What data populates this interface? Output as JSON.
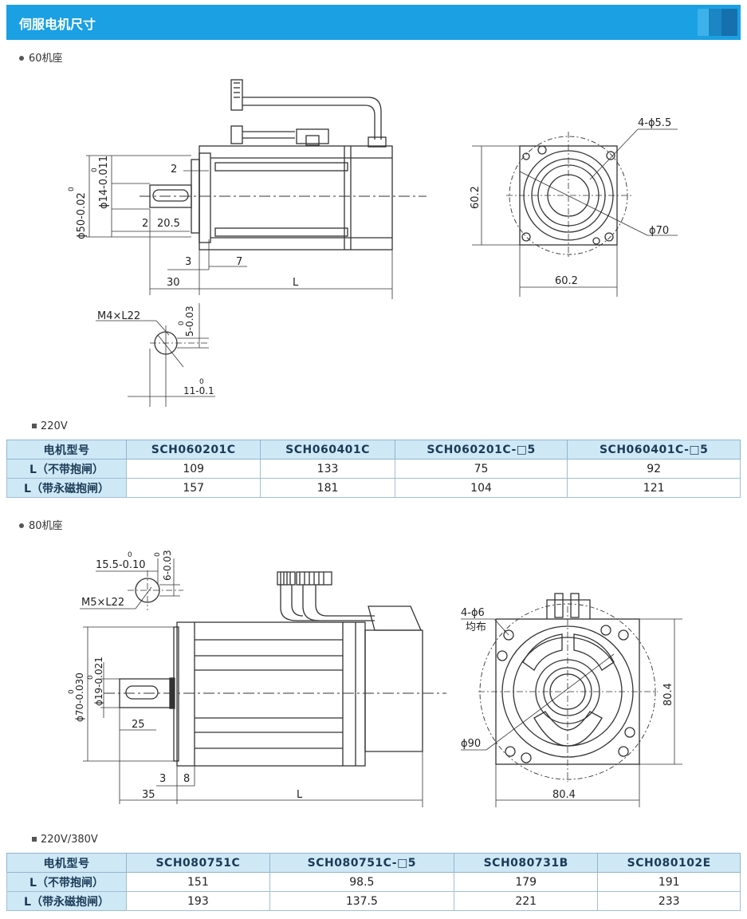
{
  "header": {
    "title": "伺服电机尺寸"
  },
  "section60": {
    "label": "60机座",
    "voltage": "220V",
    "drawing": {
      "d_hole": "4-ϕ5.5",
      "d_60_2_v": "60.2",
      "d_60_2_h": "60.2",
      "d_phi70": "ϕ70",
      "d_phi50": "ϕ50-0.02",
      "d_phi50_top": "0",
      "d_phi14": "ϕ14-0.011",
      "d_phi14_top": "0",
      "d_2a": "2",
      "d_2b": "2",
      "d_20_5": "20.5",
      "d_3": "3",
      "d_7": "7",
      "d_30": "30",
      "d_L": "L",
      "d_m4": "M4×L22",
      "d_5": "5-0.03",
      "d_5_top": "0",
      "d_11": "11-0.1",
      "d_11_top": "0"
    },
    "table": {
      "headers": [
        "电机型号",
        "SCH060201C",
        "SCH060401C",
        "SCH060201C-□5",
        "SCH060401C-□5"
      ],
      "rows": [
        [
          "L（不带抱闸）",
          "109",
          "133",
          "75",
          "92"
        ],
        [
          "L（带永磁抱闸）",
          "157",
          "181",
          "104",
          "121"
        ]
      ]
    }
  },
  "section80": {
    "label": "80机座",
    "voltage": "220V/380V",
    "drawing": {
      "d_15_5": "15.5-0.10",
      "d_15_5_top": "0",
      "d_6": "6-0.03",
      "d_6_top": "0",
      "d_m5": "M5×L22",
      "d_phi70": "ϕ70-0.030",
      "d_phi70_top": "0",
      "d_phi19": "ϕ19-0.021",
      "d_phi19_top": "0",
      "d_25": "25",
      "d_3": "3",
      "d_8": "8",
      "d_35": "35",
      "d_L": "L",
      "d_hole": "4-ϕ6",
      "d_hole2": "均布",
      "d_phi90": "ϕ90",
      "d_80_4_v": "80.4",
      "d_80_4_h": "80.4"
    },
    "table": {
      "headers": [
        "电机型号",
        "SCH080751C",
        "SCH080751C-□5",
        "SCH080731B",
        "SCH080102E"
      ],
      "rows": [
        [
          "L（不带抱闸）",
          "151",
          "98.5",
          "179",
          "191"
        ],
        [
          "L（带永磁抱闸）",
          "193",
          "137.5",
          "221",
          "233"
        ]
      ]
    }
  }
}
